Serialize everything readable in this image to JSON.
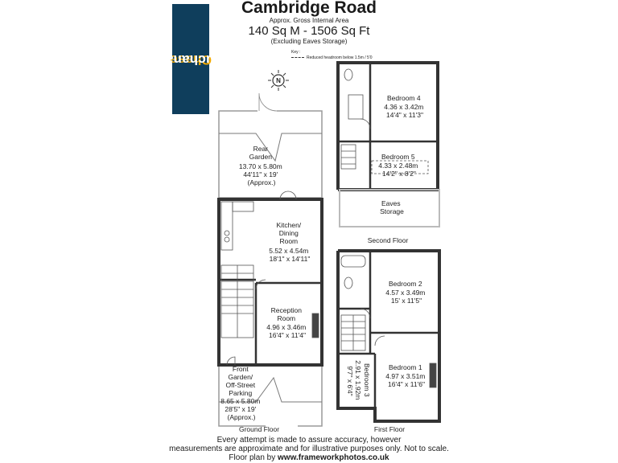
{
  "brand": {
    "part1": "Chase",
    "part2": "Buchanan",
    "accent": "#f2a900",
    "bg": "#0f3e5c"
  },
  "header": {
    "title": "Cambridge Road",
    "subtitle": "Approx. Gross Internal Area",
    "area": "140 Sq M - 1506 Sq Ft",
    "note": "(Excluding Eaves Storage)"
  },
  "key": {
    "label": "Key :",
    "item": "Reduced headroom below 1.5m / 5'0"
  },
  "floors": {
    "ground": "Ground Floor",
    "first": "First Floor",
    "second": "Second Floor"
  },
  "rooms": {
    "rear_garden": [
      "Rear",
      "Garden",
      "13.70 x 5.80m",
      "44'11\" x 19'",
      "(Approx.)"
    ],
    "kitchen": [
      "Kitchen/",
      "Dining",
      "Room",
      "5.52 x 4.54m",
      "18'1\" x 14'11\""
    ],
    "reception": [
      "Reception",
      "Room",
      "4.96 x 3.46m",
      "16'4\" x 11'4\""
    ],
    "front_garden": [
      "Front",
      "Garden/",
      "Off-Street",
      "Parking",
      "8.65 x 5.80m",
      "28'5\" x 19'",
      "(Approx.)"
    ],
    "bedroom4": [
      "Bedroom 4",
      "4.36 x 3.42m",
      "14'4\" x 11'3\""
    ],
    "bedroom5": [
      "Bedroom 5",
      "4.33 x 2.48m",
      "14'2\" x 8'2\""
    ],
    "eaves": [
      "Eaves",
      "Storage"
    ],
    "bedroom2": [
      "Bedroom 2",
      "4.57 x 3.49m",
      "15' x 11'5\""
    ],
    "bedroom1": [
      "Bedroom 1",
      "4.97 x 3.51m",
      "16'4\" x 11'6\""
    ],
    "bedroom3": [
      "Bedroom 3",
      "2.91 x 1.92m",
      "9'7\" x 6'4\""
    ]
  },
  "compass": {
    "letter": "N"
  },
  "footer": {
    "line1": "Every attempt is made to assure accuracy, however",
    "line2": "measurements are approximate and for illustrative purposes only. Not to scale.",
    "line3_prefix": "Floor plan by ",
    "line3_link": "www.frameworkphotos.co.uk"
  }
}
